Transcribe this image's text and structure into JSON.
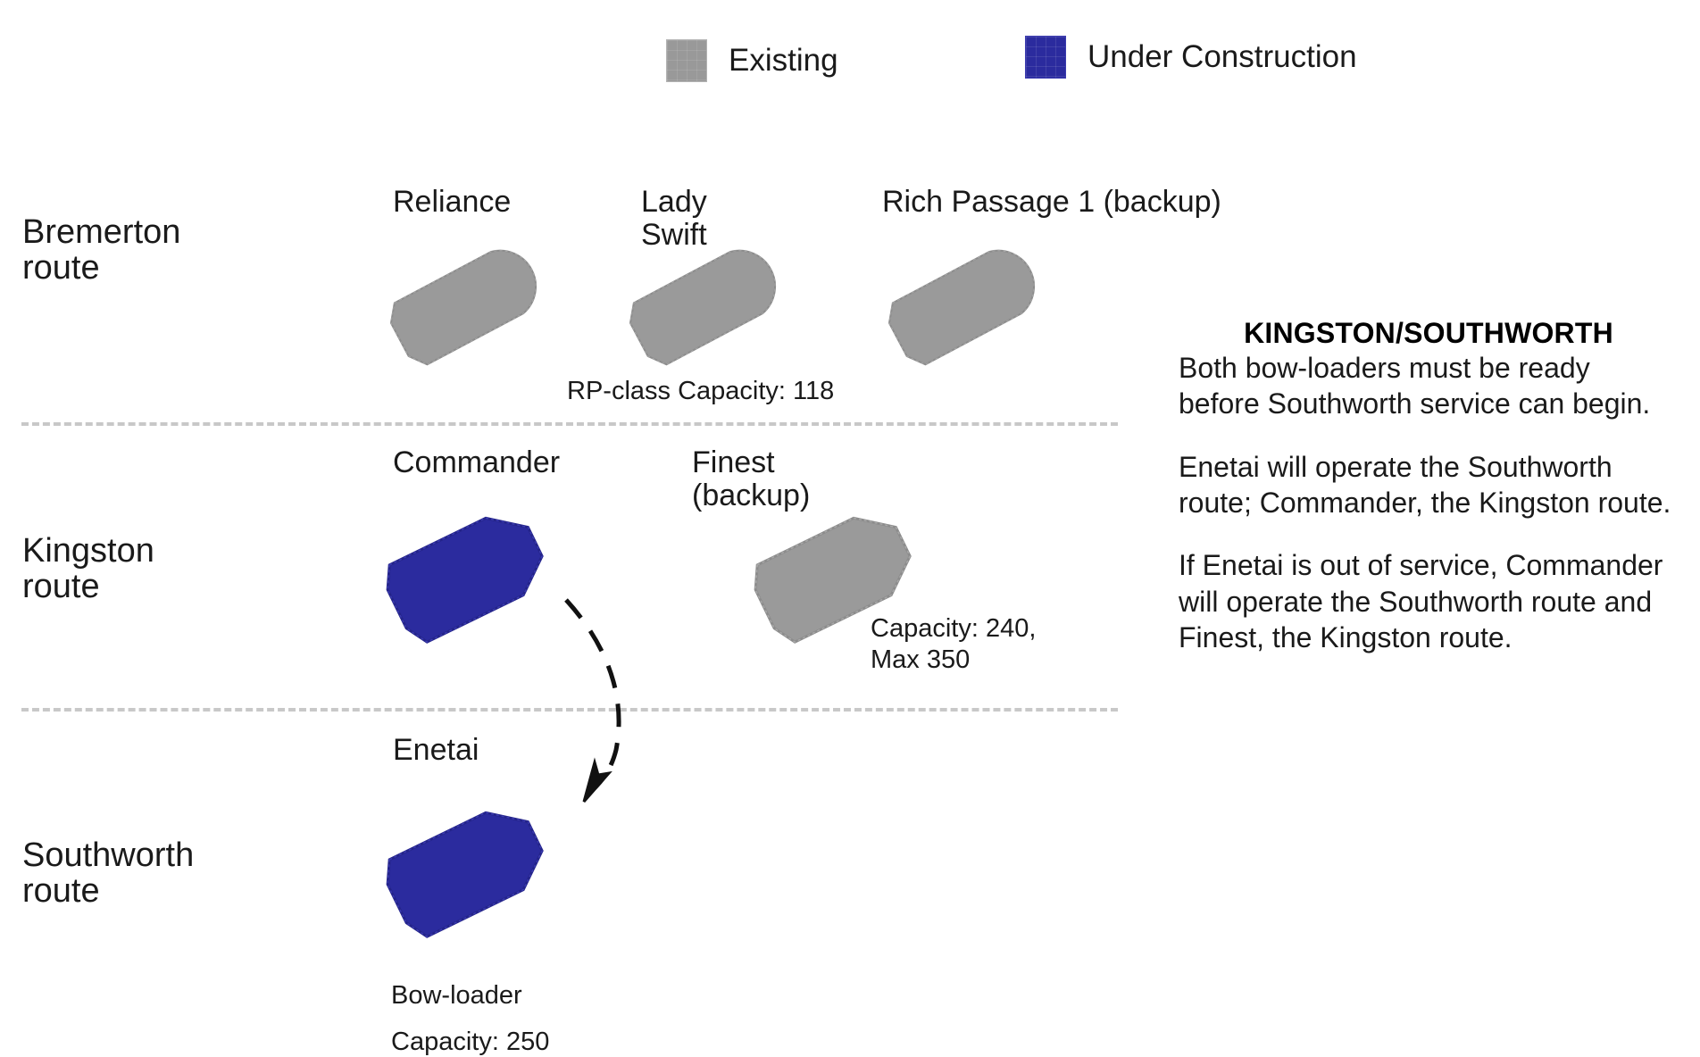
{
  "legend": {
    "items": [
      {
        "label": "Existing",
        "color": "#999999",
        "swatch_name": "existing-swatch"
      },
      {
        "label": "Under Construction",
        "color": "#2b2b9e",
        "swatch_name": "under-construction-swatch"
      }
    ]
  },
  "routes": [
    {
      "label": "Bremerton\nroute"
    },
    {
      "label": "Kingston\nroute"
    },
    {
      "label": "Southworth\nroute"
    }
  ],
  "vessels": [
    {
      "name": "Reliance",
      "route": "Bremerton",
      "status": "Existing",
      "hull": "rounded-bow"
    },
    {
      "name": "Lady\nSwift",
      "route": "Bremerton",
      "status": "Existing",
      "hull": "rounded-bow"
    },
    {
      "name": "Rich Passage 1 (backup)",
      "route": "Bremerton",
      "status": "Existing",
      "hull": "rounded-bow"
    },
    {
      "name": "Commander",
      "route": "Kingston",
      "status": "Under Construction",
      "hull": "bow-loader"
    },
    {
      "name": "Finest\n(backup)",
      "route": "Kingston",
      "status": "Existing",
      "hull": "bow-loader"
    },
    {
      "name": "Enetai",
      "route": "Southworth",
      "status": "Under Construction",
      "hull": "bow-loader"
    }
  ],
  "annotations": {
    "bremerton_capacity": "RP-class Capacity: 118",
    "kingston_capacity": "Capacity: 240,\nMax 350",
    "southworth_type": "Bow-loader",
    "southworth_capacity": "Capacity: 250"
  },
  "side_panel": {
    "heading": "KINGSTON/SOUTHWORTH",
    "paragraphs": [
      "Both bow-loaders must be ready before Southworth service can begin.",
      "Enetai will operate the Southworth route; Commander, the Kingston route.",
      "If Enetai is out of service, Commander will operate the Southworth route and Finest, the Kingston route."
    ]
  },
  "colors": {
    "existing": "#999999",
    "under_construction": "#2b2b9e",
    "divider": "#c8c8c8",
    "text": "#1a1a1a"
  }
}
